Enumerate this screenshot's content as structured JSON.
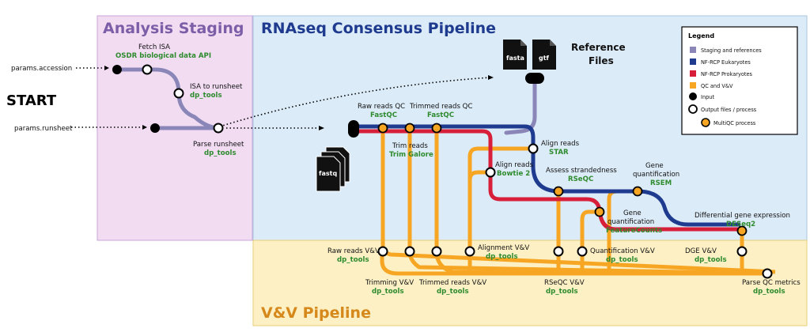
{
  "sections": {
    "staging": "Analysis Staging",
    "rnaseq": "RNAseq Consensus Pipeline",
    "vv": "V&V Pipeline"
  },
  "start": "START",
  "params": {
    "accession": "params.accession",
    "runsheet": "params.runsheet"
  },
  "files": {
    "fasta": "fasta",
    "gtf": "gtf",
    "fastq": "fastq",
    "reference_1": "Reference",
    "reference_2": "Files"
  },
  "nodes": {
    "fetch_isa": {
      "label": "Fetch ISA",
      "tool": "OSDR biological data API"
    },
    "isa_to_runsheet": {
      "label": "ISA to runsheet",
      "tool": "dp_tools"
    },
    "parse_runsheet": {
      "label": "Parse runsheet",
      "tool": "dp_tools"
    },
    "raw_reads_qc": {
      "label": "Raw reads QC",
      "tool": "FastQC"
    },
    "trimmed_reads_qc": {
      "label": "Trimmed reads QC",
      "tool": "FastQC"
    },
    "trim_reads": {
      "label": "Trim reads",
      "tool": "Trim Galore"
    },
    "align_star": {
      "label": "Align reads",
      "tool": "STAR"
    },
    "align_bowtie": {
      "label": "Align reads",
      "tool": "Bowtie 2"
    },
    "strandedness": {
      "label": "Assess strandedness",
      "tool": "RSeQC"
    },
    "quant_rsem": {
      "label_1": "Gene",
      "label_2": "quantification",
      "tool": "RSEM"
    },
    "quant_fc": {
      "label_1": "Gene",
      "label_2": "quantification",
      "tool": "FeatureCounts"
    },
    "deg": {
      "label": "Differential gene expression",
      "tool": "DESeq2"
    },
    "raw_vv": {
      "label": "Raw reads V&V",
      "tool": "dp_tools"
    },
    "trimming_vv": {
      "label": "Trimming V&V",
      "tool": "dp_tools"
    },
    "trimmed_vv": {
      "label": "Trimmed reads V&V",
      "tool": "dp_tools"
    },
    "alignment_vv": {
      "label": "Alignment V&V",
      "tool": "dp_tools"
    },
    "rseqc_vv": {
      "label": "RSeQC V&V",
      "tool": "dp_tools"
    },
    "quant_vv": {
      "label": "Quantification V&V",
      "tool": "dp_tools"
    },
    "dge_vv": {
      "label": "DGE V&V",
      "tool": "dp_tools"
    },
    "parse_qc": {
      "label": "Parse QC metrics",
      "tool": "dp_tools"
    }
  },
  "legend": {
    "title": "Legend",
    "items": [
      {
        "label": "Staging and references",
        "color": "#8a86b8"
      },
      {
        "label": "NF-RCP Eukaryotes",
        "color": "#1f3b8f"
      },
      {
        "label": "NF-RCP Prokaryotes",
        "color": "#d81f3a"
      },
      {
        "label": "QC and V&V",
        "color": "#f6a623"
      },
      {
        "label": "Input"
      },
      {
        "label": "Output files / process"
      },
      {
        "label": "MultiQC process"
      }
    ]
  }
}
